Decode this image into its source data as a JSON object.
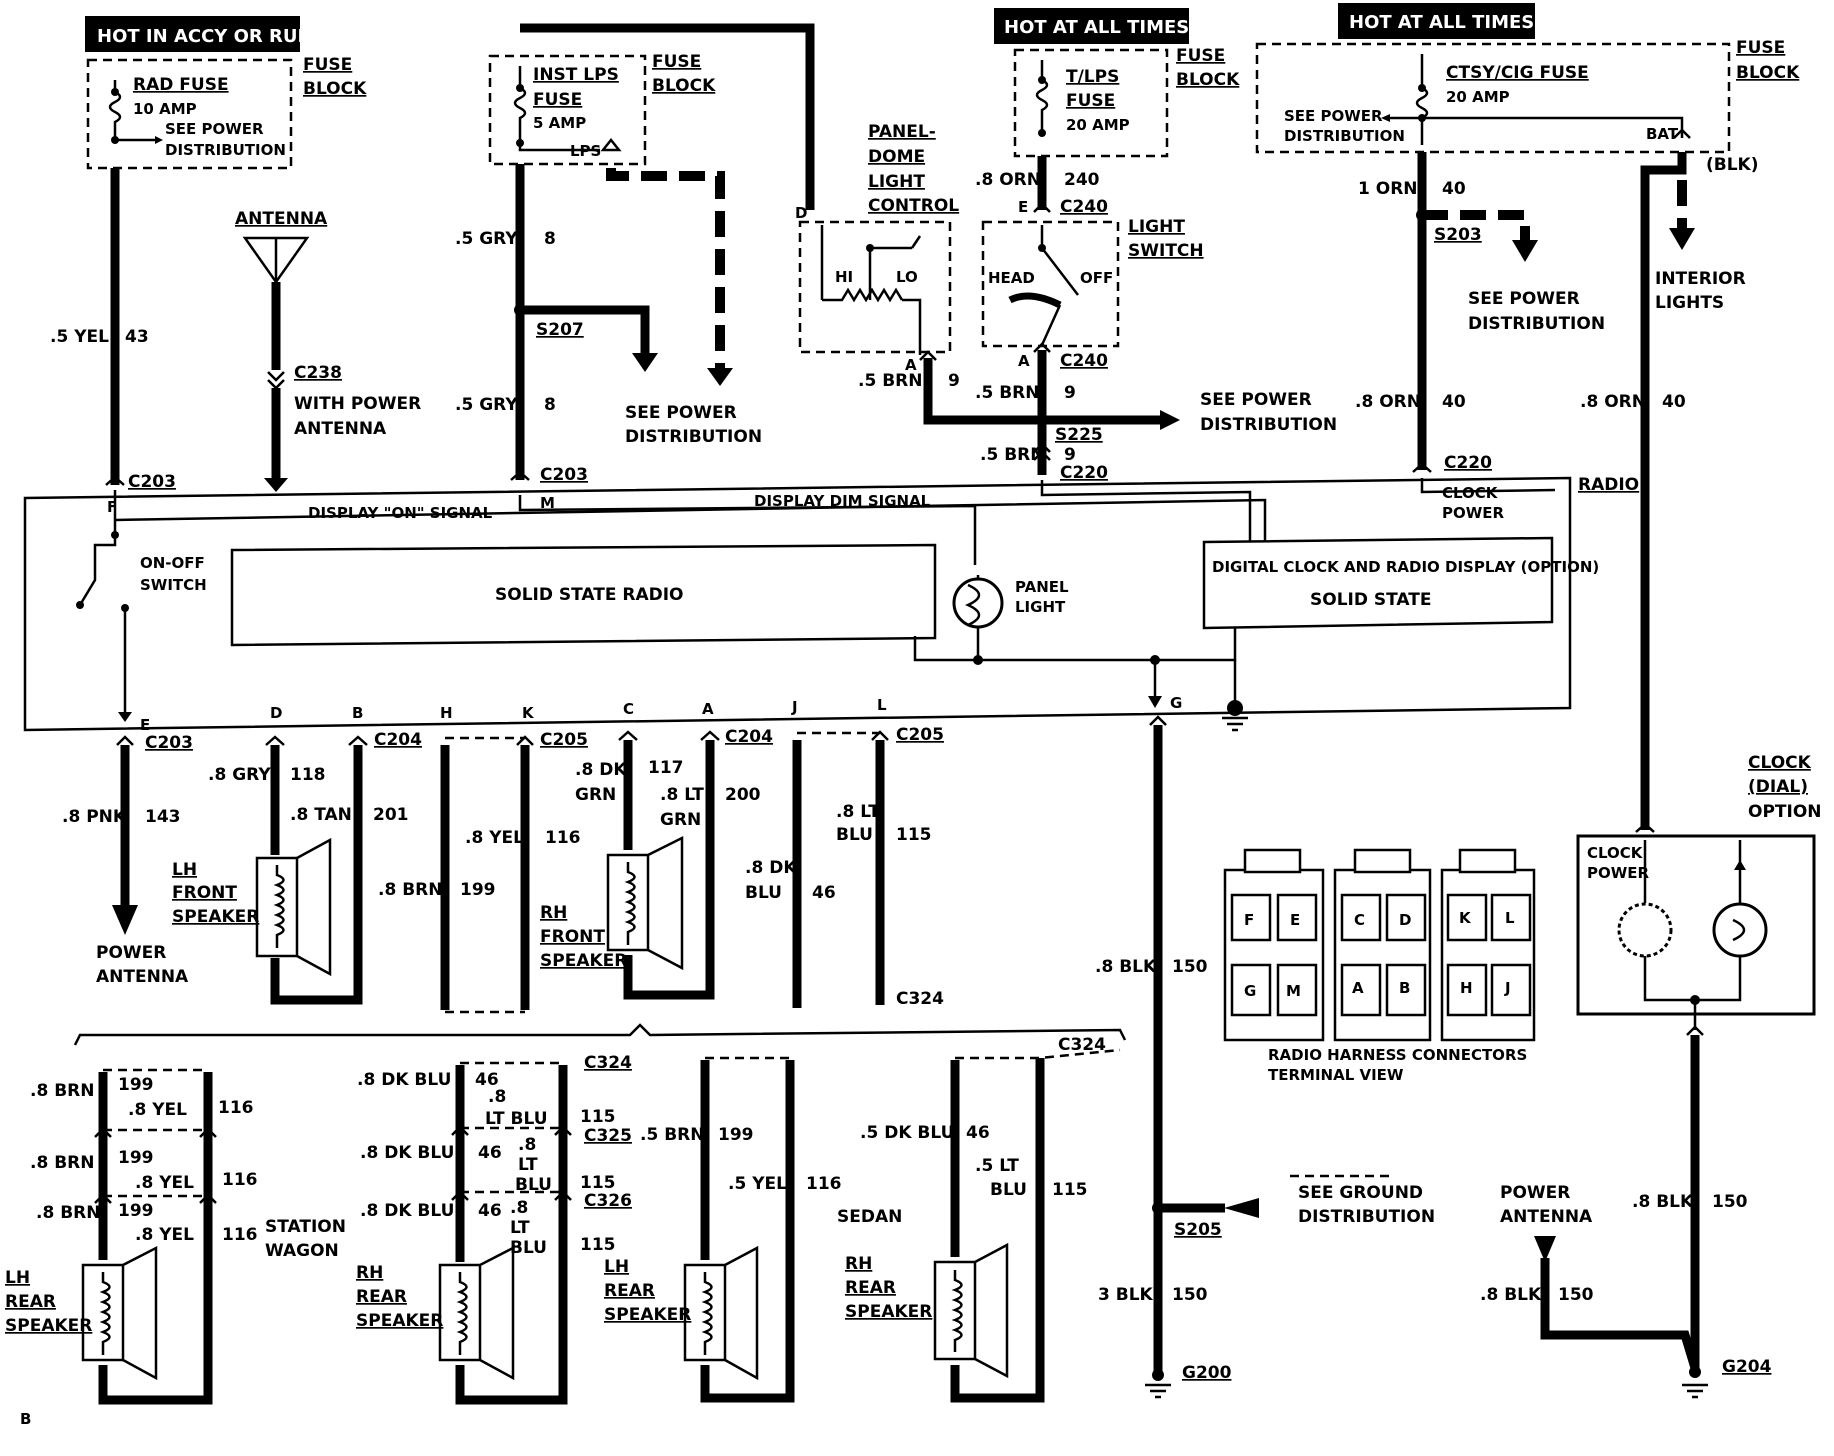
{
  "labels": {
    "hot_accy": "HOT IN ACCY OR RUN",
    "hot_all_1": "HOT AT ALL TIMES",
    "hot_all_2": "HOT AT ALL TIMES",
    "fuse_block": "FUSE",
    "block": "BLOCK",
    "rad_fuse": "RAD FUSE",
    "rad_amp": "10 AMP",
    "see_power": "SEE POWER",
    "distribution": "DISTRIBUTION",
    "inst_lps": "INST LPS",
    "fuse": "FUSE",
    "amp5": "5 AMP",
    "lps": "LPS",
    "tlps": "T/LPS",
    "amp20": "20 AMP",
    "ctsy_fuse": "CTSY/CIG FUSE",
    "amp20b": "20 AMP",
    "bat": "BAT",
    "blk_paren": "(BLK)",
    "interior": "INTERIOR",
    "lights": "LIGHTS",
    "antenna": "ANTENNA",
    "with_power": "WITH POWER",
    "antenna2": "ANTENNA",
    "panel": "PANEL-",
    "dome": "DOME",
    "light": "LIGHT",
    "control": "CONTROL",
    "hi": "HI",
    "lo": "LO",
    "light_switch_1": "LIGHT",
    "light_switch_2": "SWITCH",
    "head": "HEAD",
    "off": "OFF",
    "radio": "RADIO",
    "display_on": "DISPLAY \"ON\" SIGNAL",
    "display_dim": "DISPLAY DIM SIGNAL",
    "on_off_1": "ON-OFF",
    "on_off_2": "SWITCH",
    "solid_state_radio": "SOLID STATE RADIO",
    "panel_light_1": "PANEL",
    "panel_light_2": "LIGHT",
    "digital_clock": "DIGITAL CLOCK AND RADIO DISPLAY (OPTION)",
    "solid_state": "SOLID STATE",
    "clock_power_1": "CLOCK",
    "clock_power_2": "POWER",
    "power_antenna_1": "POWER",
    "power_antenna_2": "ANTENNA",
    "lh": "LH",
    "rh": "RH",
    "front": "FRONT",
    "rear": "REAR",
    "speaker": "SPEAKER",
    "station": "STATION",
    "wagon": "WAGON",
    "sedan": "SEDAN",
    "harness_1": "RADIO HARNESS CONNECTORS",
    "harness_2": "TERMINAL VIEW",
    "see_ground": "SEE GROUND",
    "ground_dist": "DISTRIBUTION",
    "clock_dial_1": "CLOCK",
    "clock_dial_2": "(DIAL)",
    "clock_dial_3": "OPTION",
    "page_mark": "B"
  },
  "wires": {
    "yel5": ".5 YEL",
    "n43": "43",
    "gry5a": ".5 GRY",
    "n8a": "8",
    "gry5b": ".5 GRY",
    "n8b": "8",
    "orn8": ".8 ORN",
    "n240": "240",
    "brn5a": ".5 BRN",
    "n9a": "9",
    "brn5b": ".5 BRN",
    "n9b": "9",
    "brn5c": ".5 BRN",
    "n9c": "9",
    "orn1": "1 ORN",
    "n40a": "40",
    "orn8b": ".8 ORN",
    "n40b": "40",
    "orn8c": ".8 ORN",
    "n40c": "40",
    "pnk8": ".8 PNK",
    "n143": "143",
    "gry8": ".8 GRY",
    "n118": "118",
    "tan8": ".8 TAN",
    "n201": "201",
    "brn8": ".8 BRN",
    "n199": "199",
    "yel8": ".8 YEL",
    "n116": "116",
    "dkgrn8": ".8 DK",
    "grn": "GRN",
    "n117": "117",
    "ltgrn8": ".8 LT",
    "grn2": "GRN",
    "n200": "200",
    "dkblu8": ".8 DK",
    "blu": "BLU",
    "n46": "46",
    "ltblu8": ".8 LT",
    "blu2": "BLU",
    "n115": "115",
    "blk8": ".8 BLK",
    "n150": "150",
    "blk3": "3 BLK",
    "n150b": "150",
    "blk8b": ".8 BLK",
    "n150c": "150",
    "blk8c": ".8 BLK",
    "n150d": "150"
  },
  "lower": {
    "brn8": ".8 BRN",
    "n199": "199",
    "yel8": ".8 YEL",
    "n116": "116",
    "dkblu8": ".8 DK BLU",
    "n46": "46",
    "lt8": ".8",
    "ltblu": "LT BLU",
    "lt": "LT",
    "bluw": "BLU",
    "n115": "115",
    "brn5": ".5 BRN",
    "yel5": ".5 YEL",
    "dkblu5": ".5 DK BLU",
    "lt5": ".5 LT",
    "blu5": "BLU"
  },
  "connectors": {
    "c203": "C203",
    "c238": "C238",
    "s207": "S207",
    "c240": "C240",
    "s203": "S203",
    "s225": "S225",
    "c220": "C220",
    "c204": "C204",
    "c205": "C205",
    "c324": "C324",
    "c325": "C325",
    "c326": "C326",
    "s205": "S205",
    "g200": "G200",
    "g204": "G204"
  },
  "pins": {
    "f": "F",
    "m": "M",
    "e": "E",
    "g": "G",
    "d": "D",
    "b": "B",
    "h": "H",
    "k": "K",
    "c": "C",
    "a": "A",
    "j": "J",
    "l": "L"
  }
}
